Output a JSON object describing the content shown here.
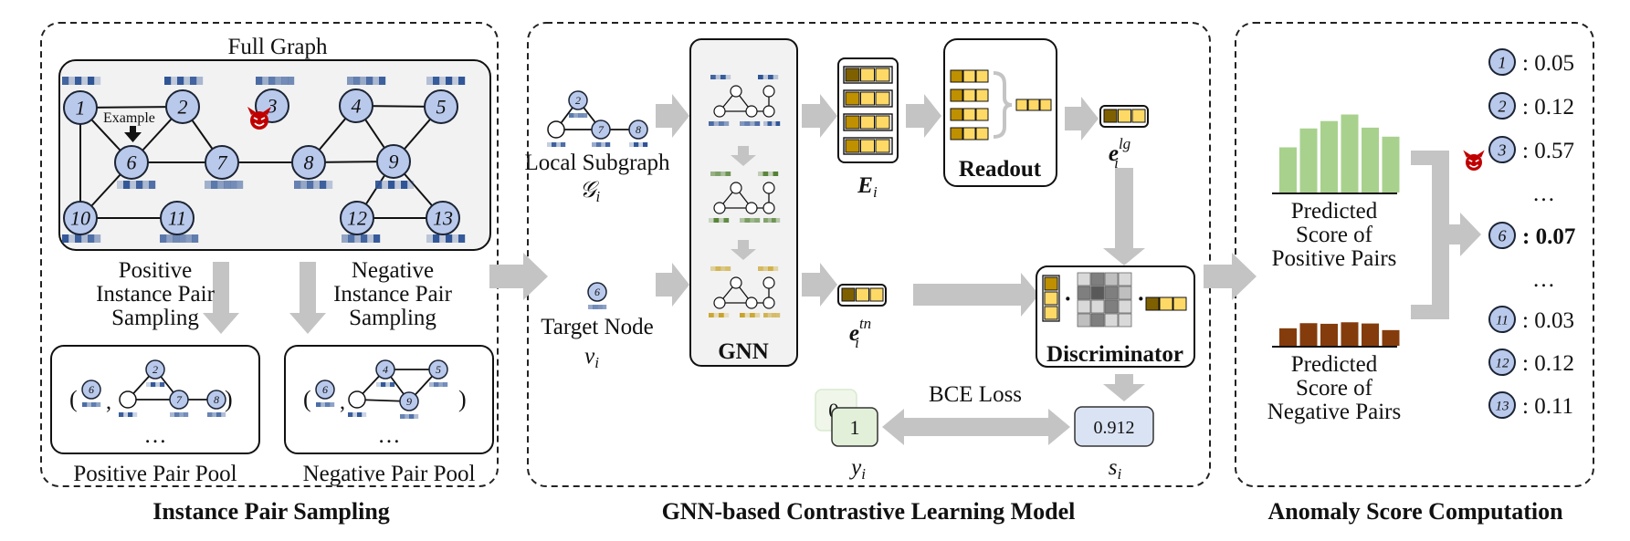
{
  "sections": {
    "left_title": "Instance Pair Sampling",
    "middle_title": "GNN-based Contrastive Learning Model",
    "right_title": "Anomaly Score Computation"
  },
  "full_graph": {
    "title": "Full Graph",
    "example_label": "Example",
    "nodes": [
      "1",
      "2",
      "3",
      "4",
      "5",
      "6",
      "7",
      "8",
      "9",
      "10",
      "11",
      "12",
      "13"
    ]
  },
  "sampling": {
    "positive_label": [
      "Positive",
      "Instance Pair",
      "Sampling"
    ],
    "negative_label": [
      "Negative",
      "Instance Pair",
      "Sampling"
    ],
    "positive_pool": "Positive Pair Pool",
    "negative_pool": "Negative Pair Pool",
    "ellipsis": "…",
    "paren_open": "(",
    "paren_close": ")",
    "comma": ",",
    "pos_pair_nodes": [
      "6",
      "2",
      "7",
      "8"
    ],
    "neg_pair_nodes": [
      "6",
      "4",
      "5",
      "9"
    ]
  },
  "model": {
    "local_subgraph_label": "Local Subgraph",
    "local_subgraph_symbol": "𝒢",
    "local_subgraph_sub": "i",
    "subgraph_nodes": [
      "2",
      "7",
      "8"
    ],
    "target_node_label": "Target Node",
    "target_node_symbol": "v",
    "target_node_sub": "i",
    "target_node_id": "6",
    "gnn_label": "GNN",
    "embedding_matrix_symbol": "E",
    "embedding_matrix_sub": "i",
    "readout_label": "Readout",
    "lg_symbol": "e",
    "lg_sup": "lg",
    "lg_sub": "i",
    "tn_symbol": "e",
    "tn_sup": "tn",
    "tn_sub": "i",
    "discriminator_label": "Discriminator",
    "dot": "·",
    "bce_label": "BCE Loss",
    "label_back": "0",
    "label_front": "1",
    "y_symbol": "y",
    "y_sub": "i",
    "score_value": "0.912",
    "s_symbol": "s",
    "s_sub": "i"
  },
  "score": {
    "pos_label": [
      "Predicted",
      "Score of",
      "Positive Pairs"
    ],
    "neg_label": [
      "Predicted",
      "Score of",
      "Negative Pairs"
    ],
    "pos_bars": [
      0.55,
      0.78,
      0.87,
      0.95,
      0.79,
      0.68
    ],
    "neg_bars": [
      0.58,
      0.75,
      0.73,
      0.78,
      0.74,
      0.52
    ],
    "list": [
      {
        "node": "1",
        "value": ": 0.05",
        "bold": false
      },
      {
        "node": "2",
        "value": ": 0.12",
        "bold": false
      },
      {
        "node": "3",
        "value": ": 0.57",
        "bold": false
      },
      {
        "node": "",
        "value": "…",
        "bold": false
      },
      {
        "node": "6",
        "value": ": 0.07",
        "bold": true
      },
      {
        "node": "",
        "value": "…",
        "bold": false
      },
      {
        "node": "11",
        "value": ": 0.03",
        "bold": false
      },
      {
        "node": "12",
        "value": ": 0.12",
        "bold": false
      },
      {
        "node": "13",
        "value": ": 0.11",
        "bold": false
      }
    ]
  },
  "colors": {
    "node_fill": "#b9c9ec",
    "node_stroke": "#1c2433",
    "panel_bg": "#f2f2f2",
    "arrow": "#c4c4c4",
    "pos_bar": "#a9d18e",
    "neg_bar": "#843c0c",
    "gold_dark": "#bf9000",
    "gold_light": "#ffd966",
    "brown_dark": "#7f6000",
    "feat_blue": "#2f5597",
    "feat_green": "#548235",
    "feat_gold": "#c9a227",
    "devil": "#c00000",
    "label_green": "#e2f0d9",
    "score_blue": "#dae3f3"
  }
}
